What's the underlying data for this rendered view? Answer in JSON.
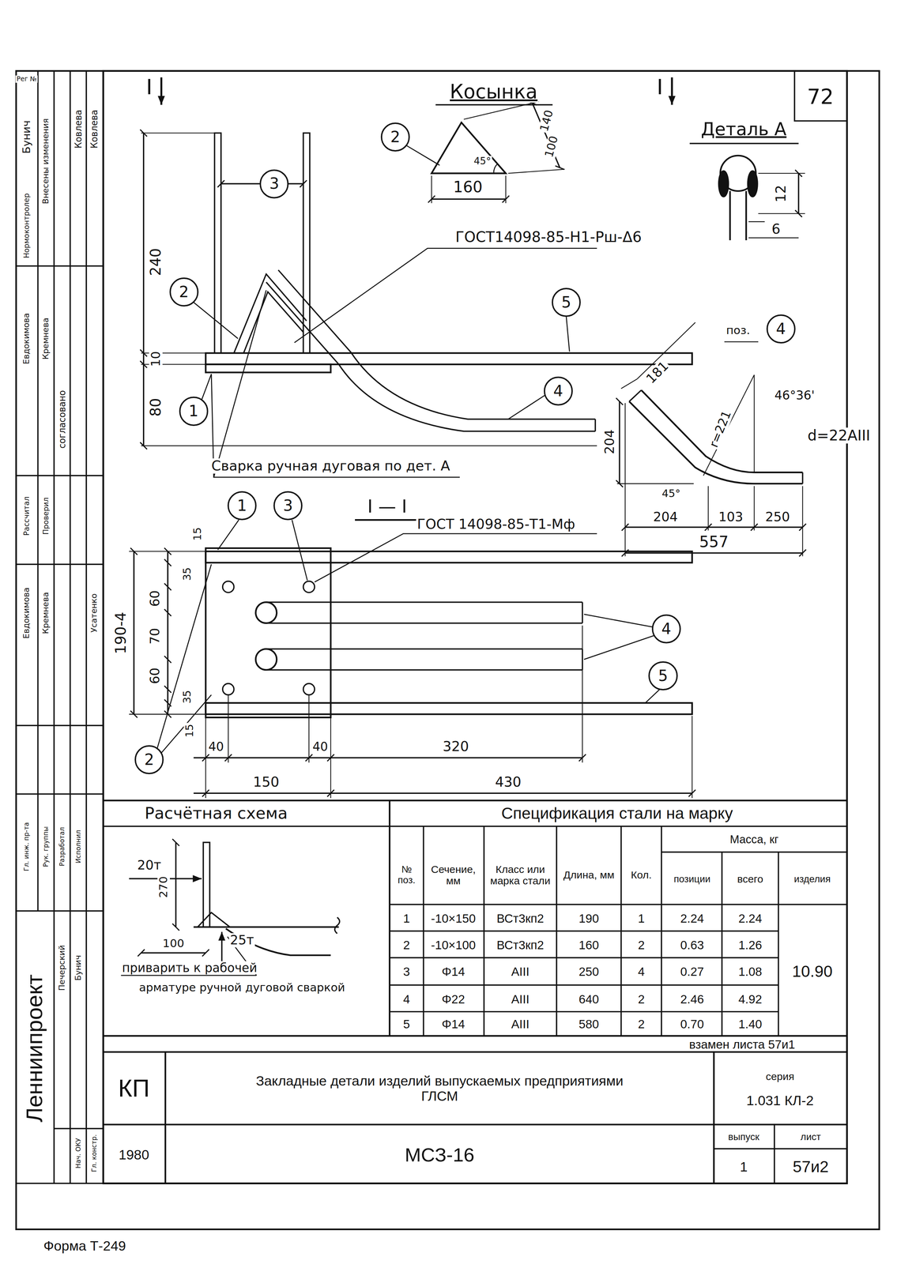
{
  "diagram": {
    "nodes": [
      {
        "text": [
          "2"
        ]
      },
      {
        "text": [
          "3"
        ]
      },
      {
        "text": [
          "2"
        ]
      },
      {
        "text": [
          "5"
        ]
      },
      {
        "text": [
          "4"
        ]
      },
      {
        "text": [
          "1"
        ]
      },
      {
        "text": [
          "4"
        ]
      },
      {
        "text": [
          "1"
        ]
      },
      {
        "text": [
          "3"
        ]
      },
      {
        "text": [
          "4"
        ]
      },
      {
        "text": [
          "5"
        ]
      },
      {
        "text": [
          "2"
        ]
      }
    ],
    "labels": [
      "I",
      "Косынка",
      "I",
      "72",
      "Деталь А",
      "140",
      "100",
      "45°",
      "160",
      "12",
      "6",
      "ГОСТ14098-85-Н1-Рш-Δ6",
      "240",
      "10",
      "80",
      "поз.",
      "181",
      "46°36'",
      "r=221",
      "d=22АIII",
      "204",
      "45°",
      "204",
      "103",
      "250",
      "557",
      "Сварка ручная дуговая по дет. А",
      "I — I",
      "ГОСТ 14098-85-Т1-Мф",
      "15",
      "35",
      "60",
      "70",
      "190-4",
      "60",
      "35",
      "15",
      "40",
      "40",
      "320",
      "150",
      "430",
      "Расчётная схема",
      "20т",
      "270",
      "100",
      "25т",
      "приварить к рабочей",
      "арматуре ручной дуговой сваркой",
      "Спецификация стали на марку",
      "№ поз.",
      "Сечение, мм",
      "Класс или марка стали",
      "Длина, мм",
      "Кол.",
      "Масса, кг",
      "позиции",
      "всего",
      "изделия",
      "1",
      "-10×150",
      "ВСт3кп2",
      "190",
      "1",
      "2.24",
      "2.24",
      "2",
      "-10×100",
      "ВСт3кп2",
      "160",
      "2",
      "0.63",
      "1.26",
      "3",
      "Φ14",
      "АIII",
      "250",
      "4",
      "0.27",
      "1.08",
      "4",
      "Φ22",
      "АIII",
      "640",
      "2",
      "2.46",
      "4.92",
      "5",
      "Φ14",
      "АIII",
      "580",
      "2",
      "0.70",
      "1.40",
      "10.90",
      "взамен листа 57и1",
      "КП",
      "Закладные детали изделий выпускаемых предприятиями ГЛСМ",
      "серия",
      "1.031 КЛ-2",
      "1980",
      "МСЗ-16",
      "выпуск",
      "лист",
      "1",
      "57и2",
      "Ленниипроект",
      "Форма Т-249",
      "Рег №",
      "Бунич",
      "Внесены изменения",
      "Ковлева",
      "Ковлева",
      "Нормоконтролер",
      "Евдокимова",
      "Кремнева",
      "согласовано",
      "Евдокимова",
      "Кремнева",
      "Усатенко",
      "Рассчитал",
      "Проверил",
      "Гл. инж. пр-та",
      "Рук. группы",
      "Разработал",
      "Исполнил",
      "Печерский",
      "Бунич",
      "Нач. ОКУ",
      "Гл. констр."
    ]
  }
}
